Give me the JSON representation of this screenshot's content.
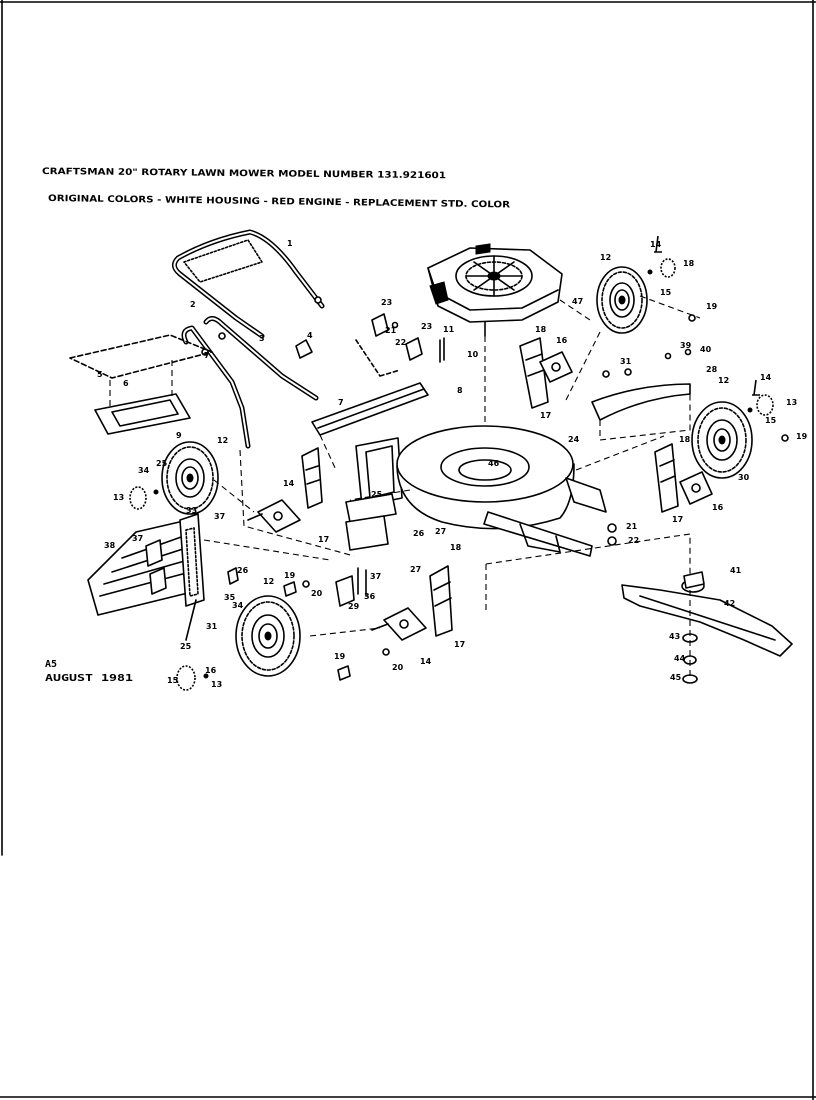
{
  "title": {
    "line1": "CRAFTSMAN 20\" ROTARY LAWN MOWER MODEL NUMBER 131.921601",
    "line2": "ORIGINAL COLORS - WHITE HOUSING - RED ENGINE - REPLACEMENT STD. COLOR"
  },
  "footer": {
    "code": "A5",
    "date": "AUGUST 1981"
  },
  "callouts": [
    "1",
    "2",
    "3",
    "4",
    "5",
    "6",
    "7",
    "7",
    "9",
    "8",
    "10",
    "11",
    "12",
    "12",
    "12",
    "12",
    "13",
    "13",
    "13",
    "14",
    "14",
    "14",
    "14",
    "15",
    "15",
    "15",
    "16",
    "16",
    "16",
    "17",
    "17",
    "17",
    "17",
    "18",
    "18",
    "18",
    "18",
    "19",
    "19",
    "19",
    "19",
    "20",
    "20",
    "21",
    "22",
    "21",
    "22",
    "23",
    "23",
    "24",
    "25",
    "25",
    "25",
    "26",
    "26",
    "27",
    "27",
    "28",
    "29",
    "30",
    "31",
    "31",
    "33",
    "34",
    "34",
    "35",
    "36",
    "37",
    "37",
    "37",
    "38",
    "39",
    "40",
    "41",
    "42",
    "43",
    "44",
    "45",
    "46",
    "47"
  ]
}
